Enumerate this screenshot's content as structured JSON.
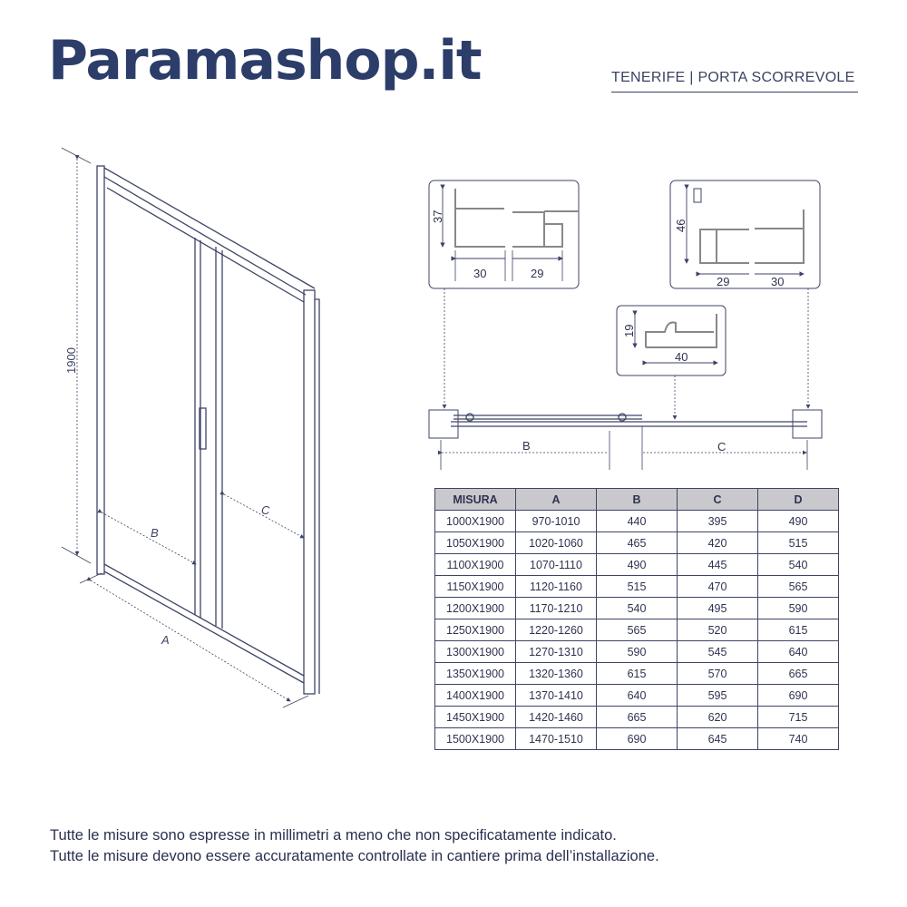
{
  "header": {
    "logo": "Paramashop.it",
    "title": "TENERIFE | PORTA SCORREVOLE"
  },
  "door_drawing": {
    "height_label": "1900",
    "label_a": "A",
    "label_b": "B",
    "label_c": "C"
  },
  "profiles": {
    "profile_left": {
      "height": "37",
      "width1": "30",
      "width2": "29"
    },
    "profile_right": {
      "height": "46",
      "width1": "29",
      "width2": "30"
    },
    "profile_rail": {
      "height": "19",
      "width": "40"
    }
  },
  "plan_view": {
    "label_b": "B",
    "label_c": "C"
  },
  "table": {
    "headers": [
      "MISURA",
      "A",
      "B",
      "C",
      "D"
    ],
    "rows": [
      [
        "1000X1900",
        "970-1010",
        "440",
        "395",
        "490"
      ],
      [
        "1050X1900",
        "1020-1060",
        "465",
        "420",
        "515"
      ],
      [
        "1100X1900",
        "1070-1110",
        "490",
        "445",
        "540"
      ],
      [
        "1150X1900",
        "1120-1160",
        "515",
        "470",
        "565"
      ],
      [
        "1200X1900",
        "1170-1210",
        "540",
        "495",
        "590"
      ],
      [
        "1250X1900",
        "1220-1260",
        "565",
        "520",
        "615"
      ],
      [
        "1300X1900",
        "1270-1310",
        "590",
        "545",
        "640"
      ],
      [
        "1350X1900",
        "1320-1360",
        "615",
        "570",
        "665"
      ],
      [
        "1400X1900",
        "1370-1410",
        "640",
        "595",
        "690"
      ],
      [
        "1450X1900",
        "1420-1460",
        "665",
        "620",
        "715"
      ],
      [
        "1500X1900",
        "1470-1510",
        "690",
        "645",
        "740"
      ]
    ]
  },
  "footer": {
    "line1": "Tutte le misure sono espresse in millimetri a meno che non specificatamente indicato.",
    "line2": "Tutte le misure devono essere accuratamente controllate in cantiere prima dell’installazione."
  },
  "colors": {
    "brand": "#2d3d6a",
    "line": "#3d4466",
    "header_bg": "#c9c9cd"
  }
}
